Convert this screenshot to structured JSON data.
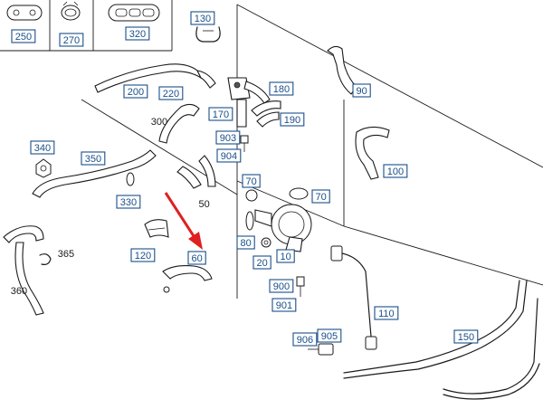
{
  "parts": [
    {
      "id": "p250",
      "label": "250",
      "boxed": true
    },
    {
      "id": "p270",
      "label": "270",
      "boxed": true
    },
    {
      "id": "p320",
      "label": "320",
      "boxed": true
    },
    {
      "id": "p130",
      "label": "130",
      "boxed": true
    },
    {
      "id": "p200",
      "label": "200",
      "boxed": true
    },
    {
      "id": "p220",
      "label": "220",
      "boxed": true
    },
    {
      "id": "p180",
      "label": "180",
      "boxed": true
    },
    {
      "id": "p90",
      "label": "90",
      "boxed": true
    },
    {
      "id": "p300",
      "label": "300",
      "boxed": false
    },
    {
      "id": "p170",
      "label": "170",
      "boxed": true
    },
    {
      "id": "p190",
      "label": "190",
      "boxed": true
    },
    {
      "id": "p903",
      "label": "903",
      "boxed": true
    },
    {
      "id": "p340",
      "label": "340",
      "boxed": true
    },
    {
      "id": "p350",
      "label": "350",
      "boxed": true
    },
    {
      "id": "p904",
      "label": "904",
      "boxed": true
    },
    {
      "id": "p100",
      "label": "100",
      "boxed": true
    },
    {
      "id": "p70a",
      "label": "70",
      "boxed": true
    },
    {
      "id": "p70b",
      "label": "70",
      "boxed": true
    },
    {
      "id": "p330",
      "label": "330",
      "boxed": true
    },
    {
      "id": "p50",
      "label": "50",
      "boxed": false
    },
    {
      "id": "p365",
      "label": "365",
      "boxed": false
    },
    {
      "id": "p80",
      "label": "80",
      "boxed": true
    },
    {
      "id": "p120",
      "label": "120",
      "boxed": true
    },
    {
      "id": "p60",
      "label": "60",
      "boxed": true,
      "highlighted": true
    },
    {
      "id": "p20",
      "label": "20",
      "boxed": true
    },
    {
      "id": "p10",
      "label": "10",
      "boxed": true
    },
    {
      "id": "p360",
      "label": "360",
      "boxed": false
    },
    {
      "id": "p900",
      "label": "900",
      "boxed": true
    },
    {
      "id": "p901",
      "label": "901",
      "boxed": true
    },
    {
      "id": "p110",
      "label": "110",
      "boxed": true
    },
    {
      "id": "p906",
      "label": "906",
      "boxed": true
    },
    {
      "id": "p905",
      "label": "905",
      "boxed": true
    },
    {
      "id": "p150",
      "label": "150",
      "boxed": true
    }
  ],
  "colors": {
    "label": "#1a4f8a",
    "highlight": "#e02020",
    "arrow": "#e02020",
    "line": "#1a1a1a"
  }
}
